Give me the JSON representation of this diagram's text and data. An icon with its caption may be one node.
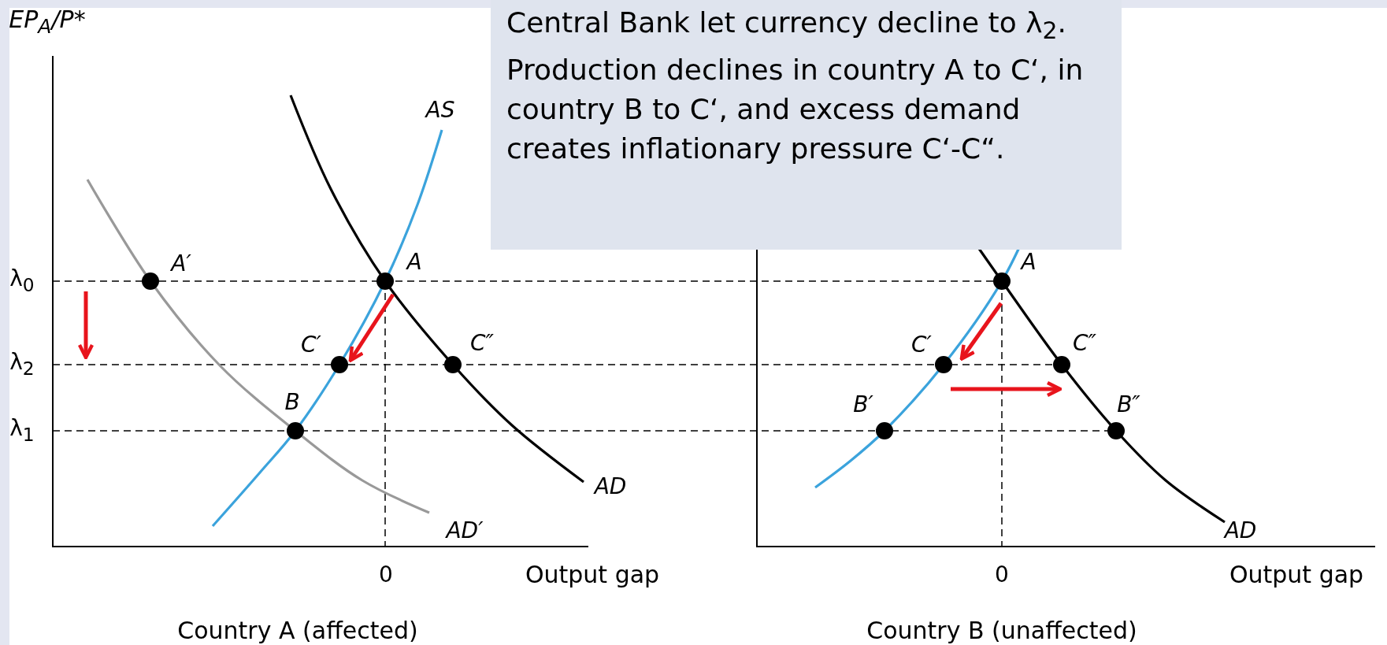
{
  "diagram": {
    "nodes": [
      {
        "text": [
          "Central Bank let currency decline to λ$_{2}$. Production declines in country A to C‘, in country B to C‘, and excess demand creates inflationary pressure  C‘-C“."
        ]
      }
    ],
    "labels": [
      "EP$_{A}$/P*",
      "AS",
      "A′",
      "A",
      "λ$_{0}$",
      "C′",
      "C″",
      "λ$_{2}$",
      "B",
      "λ$_{1}$",
      "AD",
      "AD′",
      "0",
      "Output gap",
      "Country A (affected)",
      "A",
      "C′",
      "C″",
      "B′",
      "B″",
      "AD",
      "0",
      "Output gap",
      "Country B (unaffected)"
    ]
  }
}
